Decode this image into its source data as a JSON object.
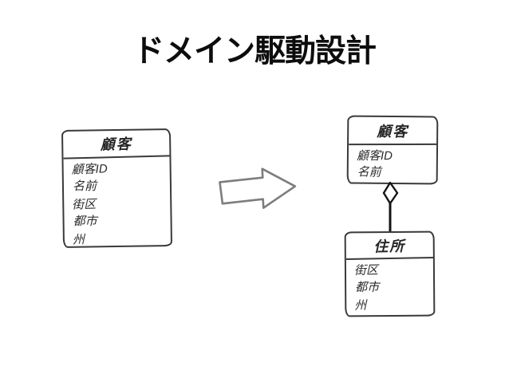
{
  "colors": {
    "background": "#ffffff",
    "ink": "#2b2b2b",
    "box_border": "#3a3a3a",
    "arrow_stroke": "#7d7d7d",
    "diamond_stroke": "#141414"
  },
  "title": "ドメイン駆動設計",
  "diagram_before": {
    "class_name": "顧客",
    "attributes": [
      "顧客ID",
      "名前",
      "街区",
      "都市",
      "州"
    ]
  },
  "arrow": {
    "icon": "transform-arrow-right"
  },
  "diagram_after": {
    "customer": {
      "class_name": "顧客",
      "attributes": [
        "顧客ID",
        "名前"
      ]
    },
    "relation": {
      "icon": "aggregation-diamond"
    },
    "address": {
      "class_name": "住所",
      "attributes": [
        "街区",
        "都市",
        "州"
      ]
    }
  }
}
